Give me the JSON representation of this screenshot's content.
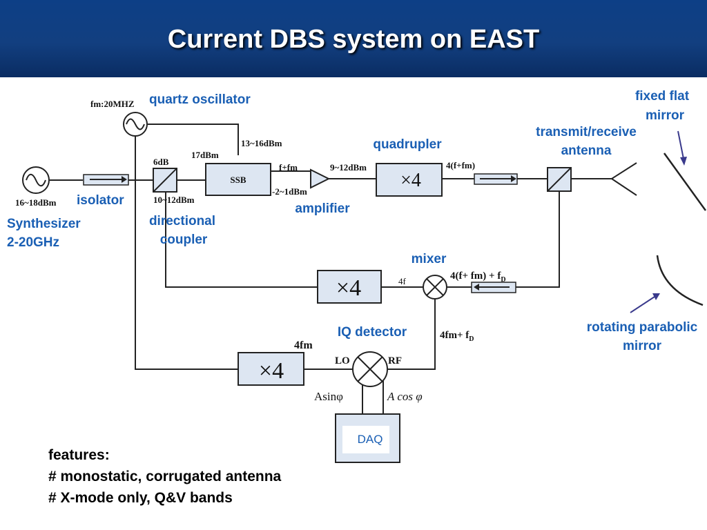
{
  "title": "Current DBS system on EAST",
  "labels": {
    "quartz_oscillator": "quartz oscillator",
    "isolator": "isolator",
    "synthesizer_line1": "Synthesizer",
    "synthesizer_line2": "2-20GHz",
    "directional_coupler_line1": "directional",
    "directional_coupler_line2": "coupler",
    "amplifier": "amplifier",
    "quadrupler": "quadrupler",
    "transmit_receive_line1": "transmit/receive",
    "transmit_receive_line2": "antenna",
    "fixed_flat_mirror_line1": "fixed flat",
    "fixed_flat_mirror_line2": "mirror",
    "mixer": "mixer",
    "iq_detector": "IQ detector",
    "rotating_mirror_line1": "rotating parabolic",
    "rotating_mirror_line2": "mirror",
    "daq": "DAQ"
  },
  "schematic": {
    "fm": "fm:20MHZ",
    "synth_power": "16~18dBm",
    "coupler_db": "6dB",
    "coupler_out": "10~12dBm",
    "ssb_in": "17dBm",
    "ssb_label": "SSB",
    "ssb_top": "13~16dBm",
    "f_plus_fm": "f+fm",
    "ssb_out_power": "-2~1dBm",
    "amp_out": "9~12dBm",
    "x4": "×4",
    "quad_out": "4(f+fm)",
    "four_f": "4f",
    "mixer_rf_in": "4(f+ fm) + f",
    "sub_d": "D",
    "four_fm": "4fm",
    "if_signal": "4fm+ f",
    "lo": "LO",
    "rf": "RF",
    "a_sin": "Asinφ",
    "a_cos": "A cos φ"
  },
  "features": {
    "heading": "features:",
    "items": [
      "# monostatic, corrugated antenna",
      "# X-mode only, Q&V bands"
    ]
  },
  "colors": {
    "title_bg": "#123f80",
    "label_blue": "#1a5fb4",
    "box_fill": "#dde6f2",
    "arrow": "#3a3a8c"
  }
}
